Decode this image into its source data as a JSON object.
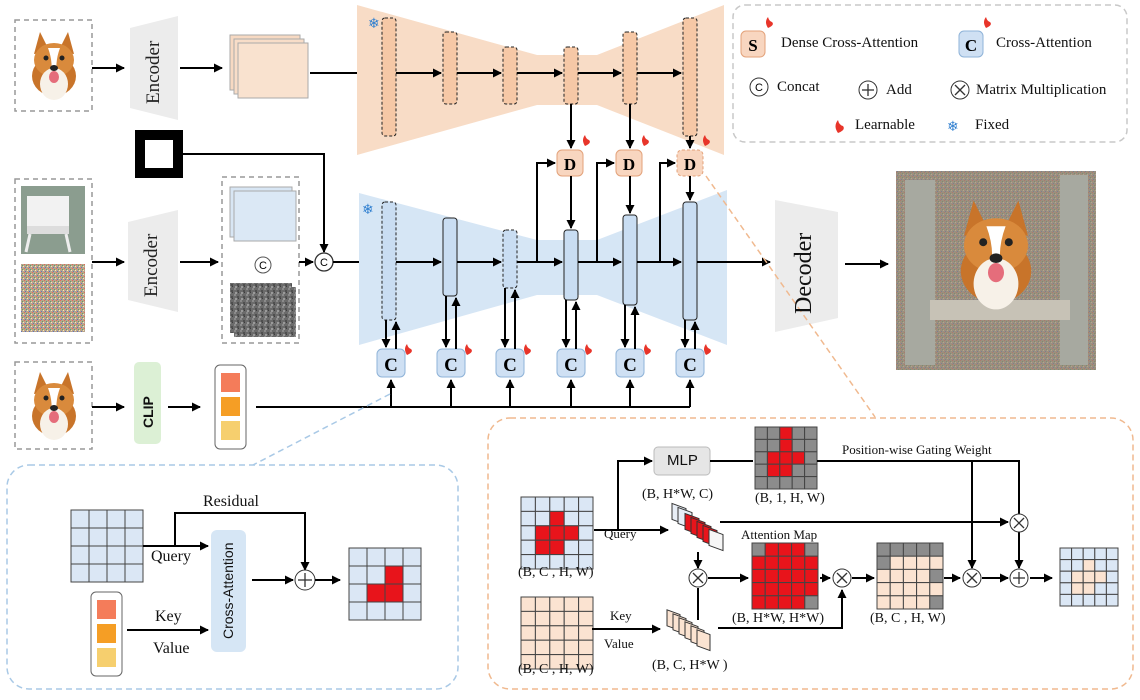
{
  "legend": {
    "dense_cross_attention": "Dense Cross-Attention",
    "cross_attention": "Cross-Attention",
    "concat": "Concat",
    "add": "Add",
    "matrix_multiplication": "Matrix Multiplication",
    "learnable": "Learnable",
    "fixed": "Fixed",
    "dense_letter": "S",
    "cross_letter": "C"
  },
  "pipeline": {
    "encoder_top": "Encoder",
    "encoder_mid": "Encoder",
    "decoder": "Decoder",
    "clip": "CLIP",
    "concat_symbol": "C",
    "d_label": "D",
    "c_label": "C"
  },
  "left_detail": {
    "residual": "Residual",
    "query": "Query",
    "key": "Key",
    "value": "Value",
    "cross_attention": "Cross-Attention"
  },
  "right_detail": {
    "mlp": "MLP",
    "gating": "Position-wise Gating Weight",
    "attention_map": "Attention Map",
    "query": "Query",
    "key": "Key",
    "value": "Value",
    "dim_bhwc": "(B, H*W, C)",
    "dim_b1hw": "(B, 1, H, W)",
    "dim_bchw_query": "(B, C , H, W)",
    "dim_bchw_key": "(B, C , H, W)",
    "dim_bhwhw": "(B,  H*W, H*W)",
    "dim_bchw_out": "(B, C , H, W)",
    "dim_bc_hw": "(B, C,  H*W )"
  },
  "colors": {
    "orange_unet": "#f8dcc6",
    "blue_unet": "#d6e6f5",
    "block_orange": "#f6c8a6",
    "block_blue": "#c9ddf2",
    "red": "#e8141b",
    "grid_blue": "#dbe7f5",
    "grid_peach": "#fbe3d1",
    "grid_gray": "#8c8c8c",
    "dashed_orange": "#f0b98f",
    "dashed_blue": "#a9c9e6",
    "clip_green": "#dcf0d5"
  }
}
